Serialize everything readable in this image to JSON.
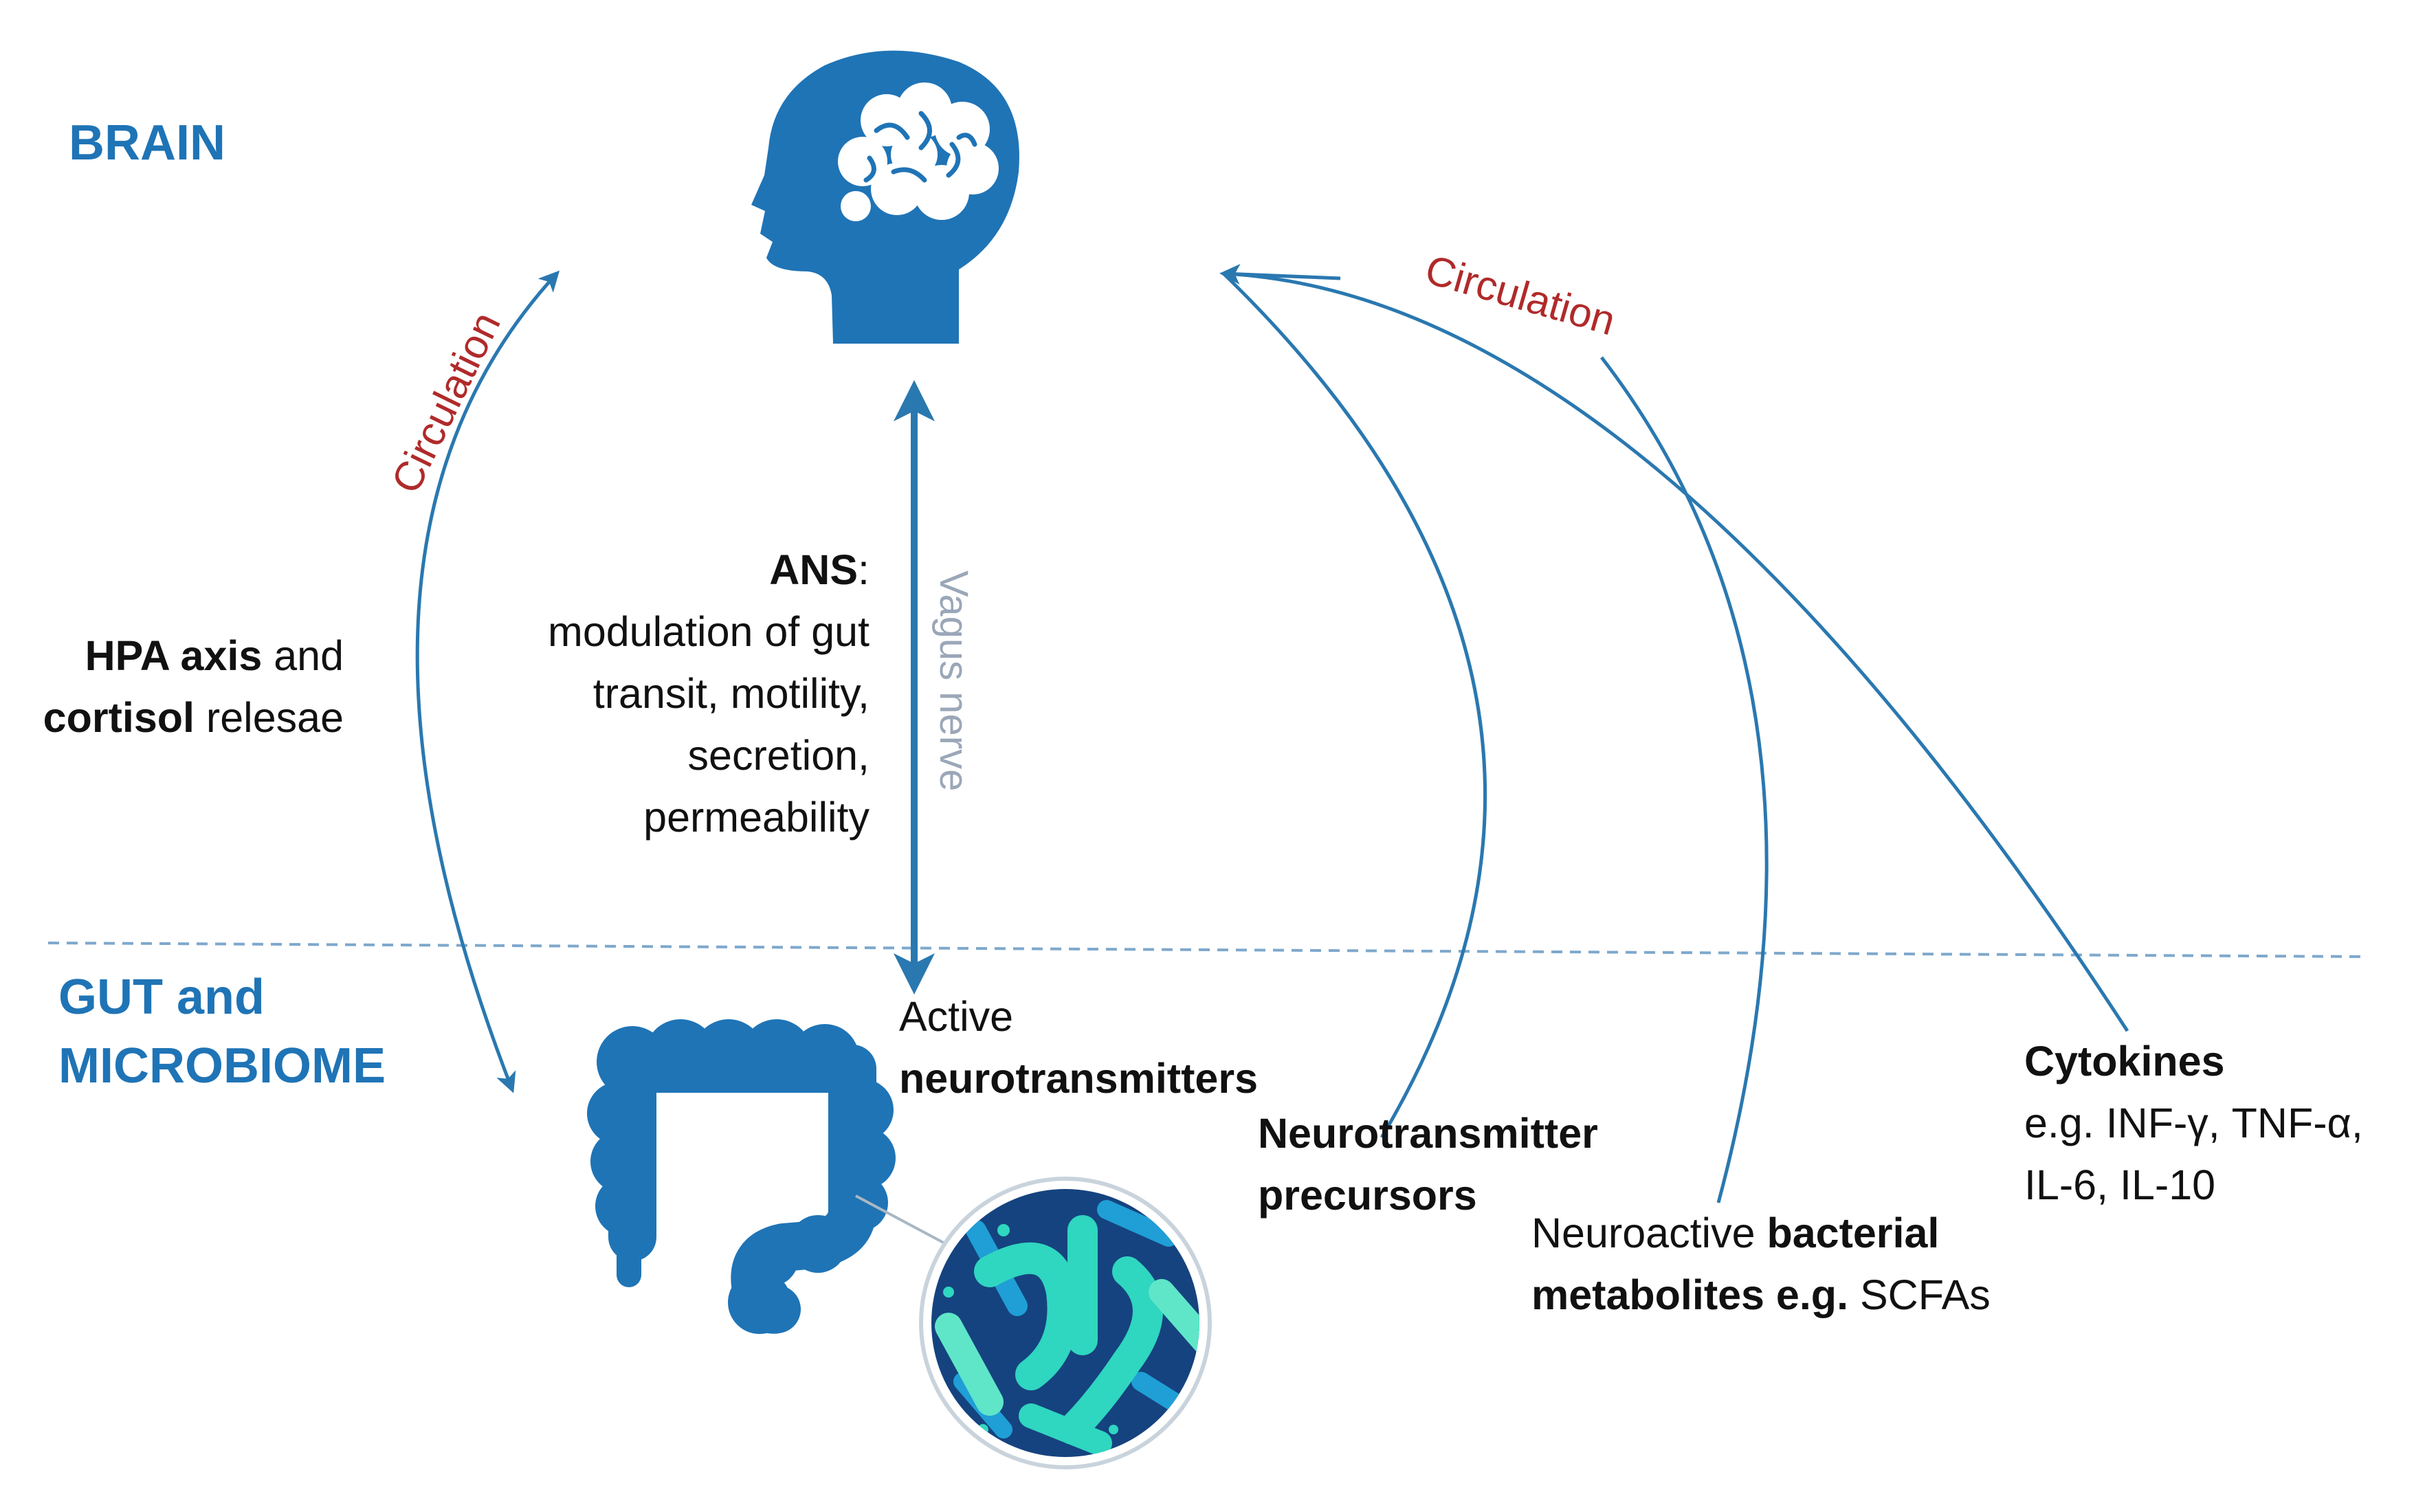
{
  "regions": {
    "brain": "BRAIN",
    "gut_line1": "GUT and",
    "gut_line2": "MICROBIOME"
  },
  "circulation_labels": {
    "left": "Circulation",
    "right": "Circulation"
  },
  "hpa": {
    "line1_bold": "HPA axis",
    "line1_rest": " and",
    "line2_bold": "cortisol",
    "line2_rest": " relesae"
  },
  "ans": {
    "title_bold": "ANS",
    "title_rest": ":",
    "lines": [
      "modulation of gut",
      "transit, motility,",
      "secretion,",
      "permeability"
    ]
  },
  "vagus_label": "Vagus nerve",
  "active_neuro": {
    "line1": "Active",
    "line2_bold": "neurotransmitters"
  },
  "precursors": {
    "line1_bold": "Neurotransmitter",
    "line2_bold": "precursors"
  },
  "metabolites": {
    "line1_plain": "Neuroactive ",
    "line1_bold": "bacterial",
    "line2_bold": "metabolites e.g.",
    "line2_rest": " SCFAs"
  },
  "cytokines": {
    "title_bold": "Cytokines",
    "line2": "e.g. INF-γ, TNF-α,",
    "line3": "IL-6, IL-10"
  },
  "colors": {
    "blue": "#1f74b6",
    "arrow": "#2a78b0",
    "red_text": "#b02a2a",
    "bacteria_teal": "#2fd6c0",
    "bacteria_bg": "#15437f"
  },
  "icons": [
    "head-brain-icon",
    "intestine-icon",
    "bacteria-icon"
  ]
}
